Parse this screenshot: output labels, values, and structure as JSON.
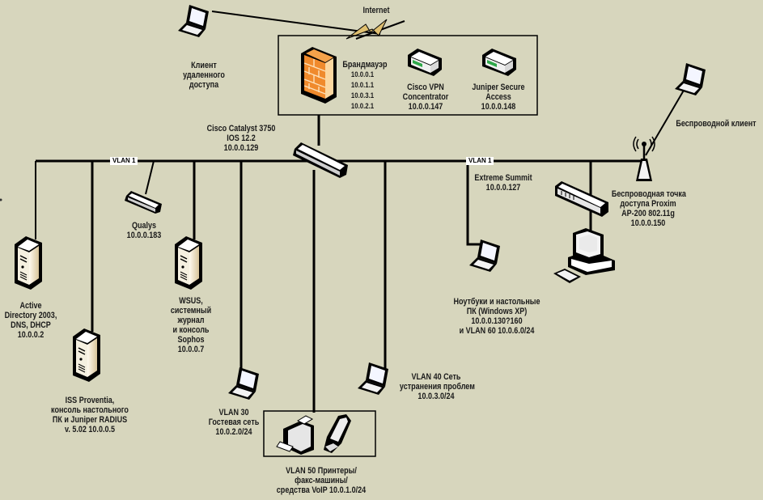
{
  "diagram": {
    "internet": {
      "label": "Internet"
    },
    "remote_client": {
      "label": [
        "Клиент",
        "удаленного",
        "доступа"
      ]
    },
    "firewall": {
      "label": "Брандмауэр",
      "ips": [
        "10.0.0.1",
        "10.0.1.1",
        "10.0.3.1",
        "10.0.2.1"
      ]
    },
    "cisco_vpn": {
      "label": [
        "Cisco VPN",
        "Concentrator",
        "10.0.0.147"
      ]
    },
    "juniper_sa": {
      "label": [
        "Juniper Secure",
        "Access",
        "10.0.0.148"
      ]
    },
    "core_switch": {
      "label": [
        "Cisco Catalyst 3750",
        "IOS 12.2",
        "10.0.0.129"
      ]
    },
    "vlan_tags": [
      "VLAN 1",
      "VLAN 1"
    ],
    "qualys": {
      "label": [
        "Qualys",
        "10.0.0.183"
      ]
    },
    "active_directory": {
      "label": [
        "Active",
        "Directory 2003,",
        "DNS, DHCP",
        "10.0.0.2"
      ]
    },
    "wsus": {
      "label": [
        "WSUS,",
        "системный",
        "журнал",
        "и консоль",
        "Sophos",
        "10.0.0.7"
      ]
    },
    "iss": {
      "label": [
        "ISS Proventia,",
        "консоль настольного",
        "ПК и Juniper RADIUS",
        "v. 5.02 10.0.0.5"
      ]
    },
    "vlan30": {
      "label": [
        "VLAN 30",
        "Гостевая сеть",
        "10.0.2.0/24"
      ]
    },
    "vlan50": {
      "label": [
        "VLAN 50 Принтеры/",
        "факс-машины/",
        "средства VoIP 10.0.1.0/24"
      ]
    },
    "vlan40": {
      "label": [
        "VLAN 40 Сеть",
        "устранения проблем",
        "10.0.3.0/24"
      ]
    },
    "extreme": {
      "label": [
        "Extreme Summit",
        "10.0.0.127"
      ]
    },
    "laptops": {
      "label": [
        "Ноутбуки и настольные",
        "ПК (Windows XP)",
        "10.0.0.130?160",
        "и VLAN 60 10.0.6.0/24"
      ]
    },
    "wireless_ap": {
      "label": [
        "Беспроводная точка",
        "доступа Proxim",
        "AP-200 802.11g",
        "10.0.0.150"
      ]
    },
    "wireless_client": {
      "label": "Беспроводной клиент"
    },
    "colors": {
      "background": "#d7d6bd",
      "firewall": "#f08a2c",
      "lightning": "#e0c070",
      "device_accent": "#2fa84a",
      "server": "#e8dcc0"
    }
  }
}
